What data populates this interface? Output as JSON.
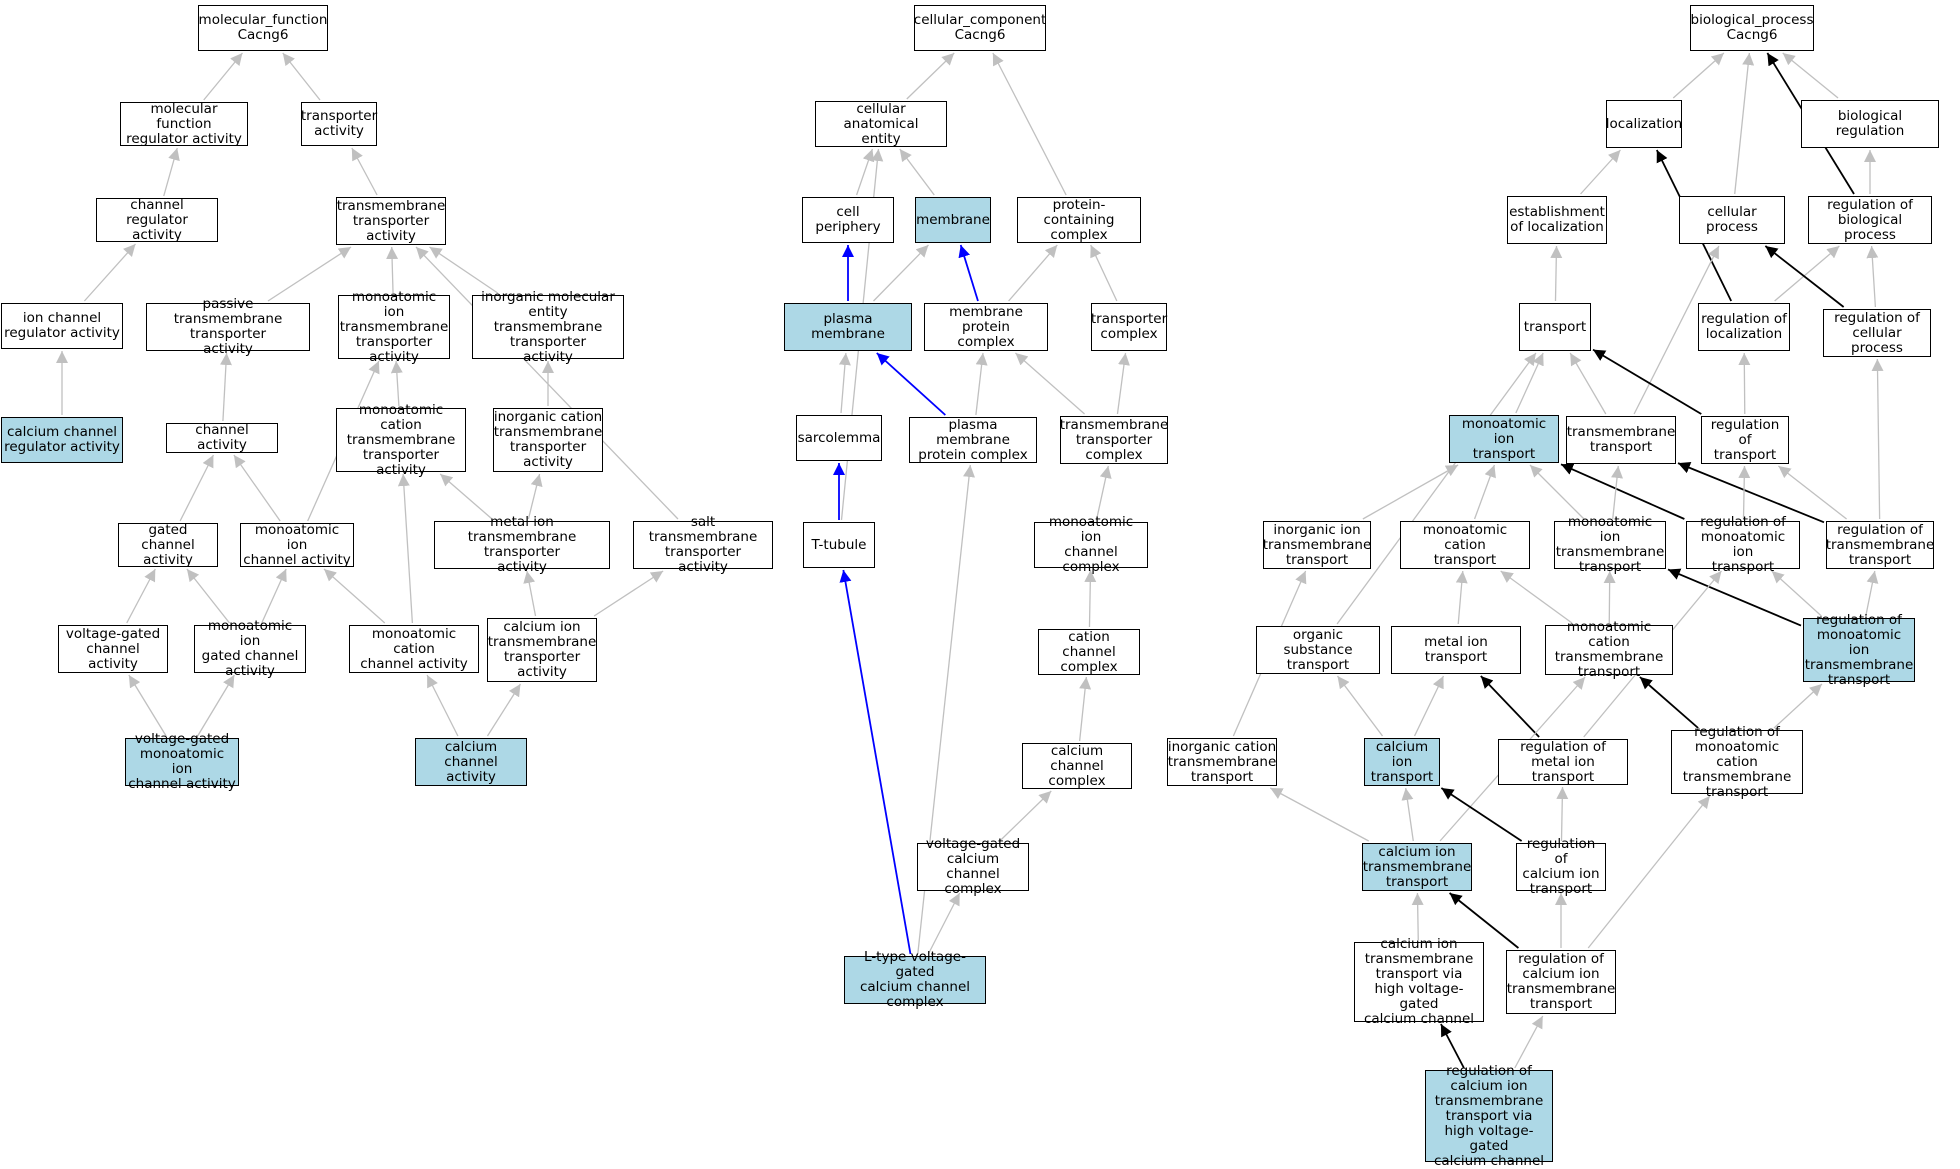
{
  "colors": {
    "highlight": "#add8e6",
    "node_border": "#000000",
    "edge_gray": "#c0c0c0",
    "edge_black": "#000000",
    "edge_blue": "#0000ff"
  },
  "nodes": [
    {
      "id": "mf",
      "label": "molecular_function\nCacng6",
      "highlighted": false
    },
    {
      "id": "mfreg",
      "label": "molecular function\nregulator activity",
      "highlighted": false
    },
    {
      "id": "ta",
      "label": "transporter\nactivity",
      "highlighted": false
    },
    {
      "id": "chreg",
      "label": "channel regulator\nactivity",
      "highlighted": false
    },
    {
      "id": "tmta",
      "label": "transmembrane\ntransporter\nactivity",
      "highlighted": false
    },
    {
      "id": "icreg",
      "label": "ion channel\nregulator activity",
      "highlighted": false
    },
    {
      "id": "ptta",
      "label": "passive transmembrane\ntransporter\nactivity",
      "highlighted": false
    },
    {
      "id": "moita",
      "label": "monoatomic ion\ntransmembrane\ntransporter\nactivity",
      "highlighted": false
    },
    {
      "id": "imeta",
      "label": "inorganic molecular\nentity transmembrane\ntransporter\nactivity",
      "highlighted": false
    },
    {
      "id": "ccreg",
      "label": "calcium channel\nregulator activity",
      "highlighted": true
    },
    {
      "id": "cha",
      "label": "channel activity",
      "highlighted": false
    },
    {
      "id": "mocta",
      "label": "monoatomic cation\ntransmembrane\ntransporter\nactivity",
      "highlighted": false
    },
    {
      "id": "icta",
      "label": "inorganic cation\ntransmembrane\ntransporter\nactivity",
      "highlighted": false
    },
    {
      "id": "gca",
      "label": "gated channel\nactivity",
      "highlighted": false
    },
    {
      "id": "moica",
      "label": "monoatomic ion\nchannel activity",
      "highlighted": false
    },
    {
      "id": "mita",
      "label": "metal ion transmembrane\ntransporter\nactivity",
      "highlighted": false
    },
    {
      "id": "salt",
      "label": "salt transmembrane\ntransporter\nactivity",
      "highlighted": false
    },
    {
      "id": "vgca",
      "label": "voltage-gated\nchannel activity",
      "highlighted": false
    },
    {
      "id": "moigca",
      "label": "monoatomic ion\ngated channel\nactivity",
      "highlighted": false
    },
    {
      "id": "mocca",
      "label": "monoatomic cation\nchannel activity",
      "highlighted": false
    },
    {
      "id": "cita",
      "label": "calcium ion\ntransmembrane\ntransporter\nactivity",
      "highlighted": false
    },
    {
      "id": "vgmoica",
      "label": "voltage-gated\nmonoatomic ion\nchannel activity",
      "highlighted": true
    },
    {
      "id": "cca",
      "label": "calcium channel\nactivity",
      "highlighted": true
    },
    {
      "id": "cc",
      "label": "cellular_component\nCacng6",
      "highlighted": false
    },
    {
      "id": "cae",
      "label": "cellular anatomical\nentity",
      "highlighted": false
    },
    {
      "id": "cp",
      "label": "cell periphery",
      "highlighted": false
    },
    {
      "id": "mem",
      "label": "membrane",
      "highlighted": true
    },
    {
      "id": "pcc",
      "label": "protein-containing\ncomplex",
      "highlighted": false
    },
    {
      "id": "pm",
      "label": "plasma membrane",
      "highlighted": true
    },
    {
      "id": "mpc",
      "label": "membrane protein\ncomplex",
      "highlighted": false
    },
    {
      "id": "tc",
      "label": "transporter\ncomplex",
      "highlighted": false
    },
    {
      "id": "sarc",
      "label": "sarcolemma",
      "highlighted": false
    },
    {
      "id": "pmpc",
      "label": "plasma membrane\nprotein complex",
      "highlighted": false
    },
    {
      "id": "tmtc",
      "label": "transmembrane\ntransporter\ncomplex",
      "highlighted": false
    },
    {
      "id": "tt",
      "label": "T-tubule",
      "highlighted": false
    },
    {
      "id": "moicc",
      "label": "monoatomic ion\nchannel complex",
      "highlighted": false
    },
    {
      "id": "catcc",
      "label": "cation channel\ncomplex",
      "highlighted": false
    },
    {
      "id": "ccc",
      "label": "calcium channel\ncomplex",
      "highlighted": false
    },
    {
      "id": "vgccc",
      "label": "voltage-gated\ncalcium channel\ncomplex",
      "highlighted": false
    },
    {
      "id": "ltype",
      "label": "L-type voltage-gated\ncalcium channel\ncomplex",
      "highlighted": true
    },
    {
      "id": "bp",
      "label": "biological_process\nCacng6",
      "highlighted": false
    },
    {
      "id": "loc",
      "label": "localization",
      "highlighted": false
    },
    {
      "id": "breg",
      "label": "biological regulation",
      "highlighted": false
    },
    {
      "id": "eol",
      "label": "establishment\nof localization",
      "highlighted": false
    },
    {
      "id": "cproc",
      "label": "cellular process",
      "highlighted": false
    },
    {
      "id": "rbp",
      "label": "regulation of\nbiological process",
      "highlighted": false
    },
    {
      "id": "trans",
      "label": "transport",
      "highlighted": false
    },
    {
      "id": "rloc",
      "label": "regulation of\nlocalization",
      "highlighted": false
    },
    {
      "id": "rcp",
      "label": "regulation of\ncellular process",
      "highlighted": false
    },
    {
      "id": "moit",
      "label": "monoatomic ion\ntransport",
      "highlighted": true
    },
    {
      "id": "tmt",
      "label": "transmembrane\ntransport",
      "highlighted": false
    },
    {
      "id": "rtrans",
      "label": "regulation of\ntransport",
      "highlighted": false
    },
    {
      "id": "iitt",
      "label": "inorganic ion\ntransmembrane\ntransport",
      "highlighted": false
    },
    {
      "id": "moct",
      "label": "monoatomic cation\ntransport",
      "highlighted": false
    },
    {
      "id": "moitt",
      "label": "monoatomic ion\ntransmembrane\ntransport",
      "highlighted": false
    },
    {
      "id": "rmoit",
      "label": "regulation of\nmonoatomic ion\ntransport",
      "highlighted": false
    },
    {
      "id": "rtmt",
      "label": "regulation of\ntransmembrane\ntransport",
      "highlighted": false
    },
    {
      "id": "ost",
      "label": "organic substance\ntransport",
      "highlighted": false
    },
    {
      "id": "mit",
      "label": "metal ion transport",
      "highlighted": false
    },
    {
      "id": "moctt",
      "label": "monoatomic cation\ntransmembrane\ntransport",
      "highlighted": false
    },
    {
      "id": "rmoitt",
      "label": "regulation of\nmonoatomic ion\ntransmembrane\ntransport",
      "highlighted": true
    },
    {
      "id": "ictt",
      "label": "inorganic cation\ntransmembrane\ntransport",
      "highlighted": false
    },
    {
      "id": "cit",
      "label": "calcium ion\ntransport",
      "highlighted": true
    },
    {
      "id": "rmit",
      "label": "regulation of\nmetal ion transport",
      "highlighted": false
    },
    {
      "id": "rmoctt",
      "label": "regulation of\nmonoatomic cation\ntransmembrane\ntransport",
      "highlighted": false
    },
    {
      "id": "citt",
      "label": "calcium ion\ntransmembrane\ntransport",
      "highlighted": true
    },
    {
      "id": "rcit",
      "label": "regulation of\ncalcium ion\ntransport",
      "highlighted": false
    },
    {
      "id": "cittvg",
      "label": "calcium ion\ntransmembrane\ntransport via\nhigh voltage-gated\ncalcium channel",
      "highlighted": false
    },
    {
      "id": "rcitt",
      "label": "regulation of\ncalcium ion\ntransmembrane\ntransport",
      "highlighted": false
    },
    {
      "id": "rcittvg",
      "label": "regulation of\ncalcium ion\ntransmembrane\ntransport via\nhigh voltage-gated\ncalcium channel",
      "highlighted": true
    }
  ],
  "edges": [
    [
      "mfreg",
      "mf",
      "gray"
    ],
    [
      "ta",
      "mf",
      "gray"
    ],
    [
      "chreg",
      "mfreg",
      "gray"
    ],
    [
      "tmta",
      "ta",
      "gray"
    ],
    [
      "icreg",
      "chreg",
      "gray"
    ],
    [
      "ccreg",
      "icreg",
      "gray"
    ],
    [
      "ptta",
      "tmta",
      "gray"
    ],
    [
      "moita",
      "tmta",
      "gray"
    ],
    [
      "imeta",
      "tmta",
      "gray"
    ],
    [
      "salt",
      "tmta",
      "gray"
    ],
    [
      "cha",
      "ptta",
      "gray"
    ],
    [
      "mocta",
      "moita",
      "gray"
    ],
    [
      "icta",
      "imeta",
      "gray"
    ],
    [
      "gca",
      "cha",
      "gray"
    ],
    [
      "moica",
      "cha",
      "gray"
    ],
    [
      "moica",
      "moita",
      "gray"
    ],
    [
      "mita",
      "mocta",
      "gray"
    ],
    [
      "mita",
      "icta",
      "gray"
    ],
    [
      "vgca",
      "gca",
      "gray"
    ],
    [
      "moigca",
      "gca",
      "gray"
    ],
    [
      "moigca",
      "moica",
      "gray"
    ],
    [
      "mocca",
      "moica",
      "gray"
    ],
    [
      "mocca",
      "mocta",
      "gray"
    ],
    [
      "cita",
      "mita",
      "gray"
    ],
    [
      "cita",
      "salt",
      "gray"
    ],
    [
      "vgmoica",
      "vgca",
      "gray"
    ],
    [
      "vgmoica",
      "moigca",
      "gray"
    ],
    [
      "cca",
      "mocca",
      "gray"
    ],
    [
      "cca",
      "cita",
      "gray"
    ],
    [
      "cae",
      "cc",
      "gray"
    ],
    [
      "pcc",
      "cc",
      "gray"
    ],
    [
      "cp",
      "cae",
      "gray"
    ],
    [
      "mem",
      "cae",
      "gray"
    ],
    [
      "pm",
      "cp",
      "blue"
    ],
    [
      "pm",
      "mem",
      "gray"
    ],
    [
      "mpc",
      "mem",
      "blue"
    ],
    [
      "mpc",
      "pcc",
      "gray"
    ],
    [
      "tc",
      "pcc",
      "gray"
    ],
    [
      "sarc",
      "pm",
      "gray"
    ],
    [
      "pmpc",
      "pm",
      "blue"
    ],
    [
      "pmpc",
      "mpc",
      "gray"
    ],
    [
      "tmtc",
      "mpc",
      "gray"
    ],
    [
      "tmtc",
      "tc",
      "gray"
    ],
    [
      "tt",
      "sarc",
      "blue"
    ],
    [
      "tt",
      "cae",
      "gray"
    ],
    [
      "moicc",
      "tmtc",
      "gray"
    ],
    [
      "catcc",
      "moicc",
      "gray"
    ],
    [
      "ccc",
      "catcc",
      "gray"
    ],
    [
      "vgccc",
      "ccc",
      "gray"
    ],
    [
      "ltype",
      "vgccc",
      "gray"
    ],
    [
      "ltype",
      "pmpc",
      "gray"
    ],
    [
      "ltype",
      "tt",
      "blue"
    ],
    [
      "loc",
      "bp",
      "gray"
    ],
    [
      "breg",
      "bp",
      "gray"
    ],
    [
      "cproc",
      "bp",
      "gray"
    ],
    [
      "rbp",
      "bp",
      "black"
    ],
    [
      "eol",
      "loc",
      "gray"
    ],
    [
      "rloc",
      "loc",
      "black"
    ],
    [
      "rbp",
      "breg",
      "gray"
    ],
    [
      "trans",
      "eol",
      "gray"
    ],
    [
      "rloc",
      "rbp",
      "gray"
    ],
    [
      "rcp",
      "rbp",
      "gray"
    ],
    [
      "rcp",
      "cproc",
      "black"
    ],
    [
      "tmt",
      "cproc",
      "gray"
    ],
    [
      "moit",
      "trans",
      "gray"
    ],
    [
      "tmt",
      "trans",
      "gray"
    ],
    [
      "rtrans",
      "trans",
      "black"
    ],
    [
      "ost",
      "trans",
      "gray"
    ],
    [
      "rtrans",
      "rloc",
      "gray"
    ],
    [
      "rtmt",
      "rcp",
      "gray"
    ],
    [
      "iitt",
      "moit",
      "gray"
    ],
    [
      "moct",
      "moit",
      "gray"
    ],
    [
      "moitt",
      "moit",
      "gray"
    ],
    [
      "rmoit",
      "moit",
      "black"
    ],
    [
      "moitt",
      "tmt",
      "gray"
    ],
    [
      "rtmt",
      "tmt",
      "black"
    ],
    [
      "rmoit",
      "rtrans",
      "gray"
    ],
    [
      "rtmt",
      "rtrans",
      "gray"
    ],
    [
      "rmoitt",
      "moitt",
      "black"
    ],
    [
      "rmoitt",
      "rmoit",
      "gray"
    ],
    [
      "rmoitt",
      "rtmt",
      "gray"
    ],
    [
      "mit",
      "moct",
      "gray"
    ],
    [
      "moctt",
      "moct",
      "gray"
    ],
    [
      "moctt",
      "moitt",
      "gray"
    ],
    [
      "ictt",
      "iitt",
      "gray"
    ],
    [
      "cit",
      "ost",
      "gray"
    ],
    [
      "cit",
      "mit",
      "gray"
    ],
    [
      "rmit",
      "mit",
      "black"
    ],
    [
      "rmit",
      "rmoit",
      "gray"
    ],
    [
      "rmoctt",
      "moctt",
      "black"
    ],
    [
      "rmoctt",
      "rmoitt",
      "gray"
    ],
    [
      "citt",
      "ictt",
      "gray"
    ],
    [
      "citt",
      "cit",
      "gray"
    ],
    [
      "citt",
      "moctt",
      "gray"
    ],
    [
      "rcit",
      "cit",
      "black"
    ],
    [
      "rcit",
      "rmit",
      "gray"
    ],
    [
      "cittvg",
      "citt",
      "gray"
    ],
    [
      "rcitt",
      "citt",
      "black"
    ],
    [
      "rcitt",
      "rcit",
      "gray"
    ],
    [
      "rcitt",
      "rmoctt",
      "gray"
    ],
    [
      "rcittvg",
      "cittvg",
      "black"
    ],
    [
      "rcittvg",
      "rcitt",
      "gray"
    ]
  ]
}
